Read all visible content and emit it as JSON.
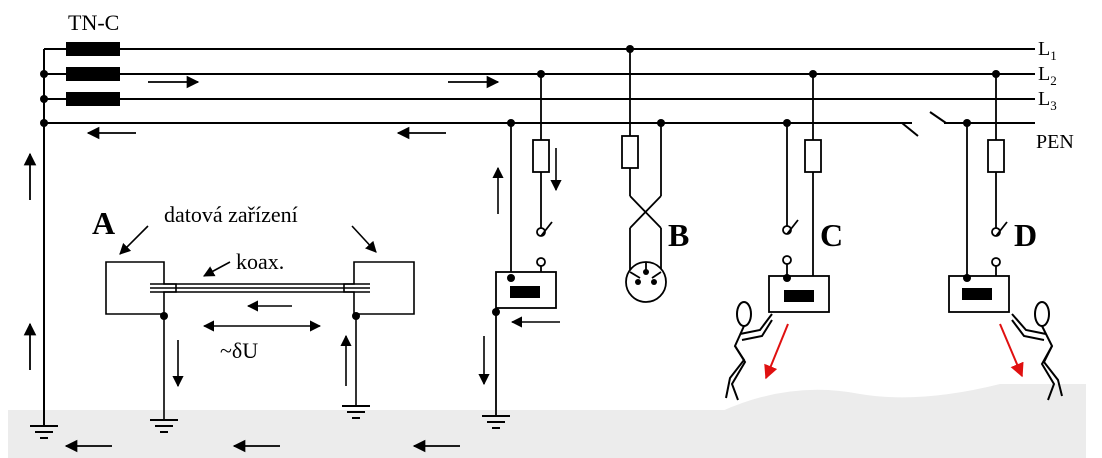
{
  "labels": {
    "system": "TN-C",
    "l1": "L",
    "l1_sub": "1",
    "l2": "L",
    "l2_sub": "2",
    "l3": "L",
    "l3_sub": "3",
    "pen": "PEN",
    "a": "A",
    "b": "B",
    "c": "C",
    "d": "D",
    "devices": "datová zařízení",
    "coax": "koax.",
    "delta_u": "~δU"
  },
  "colors": {
    "line": "#000000",
    "ground": "#ececec",
    "fault_arrow": "#e01010"
  }
}
